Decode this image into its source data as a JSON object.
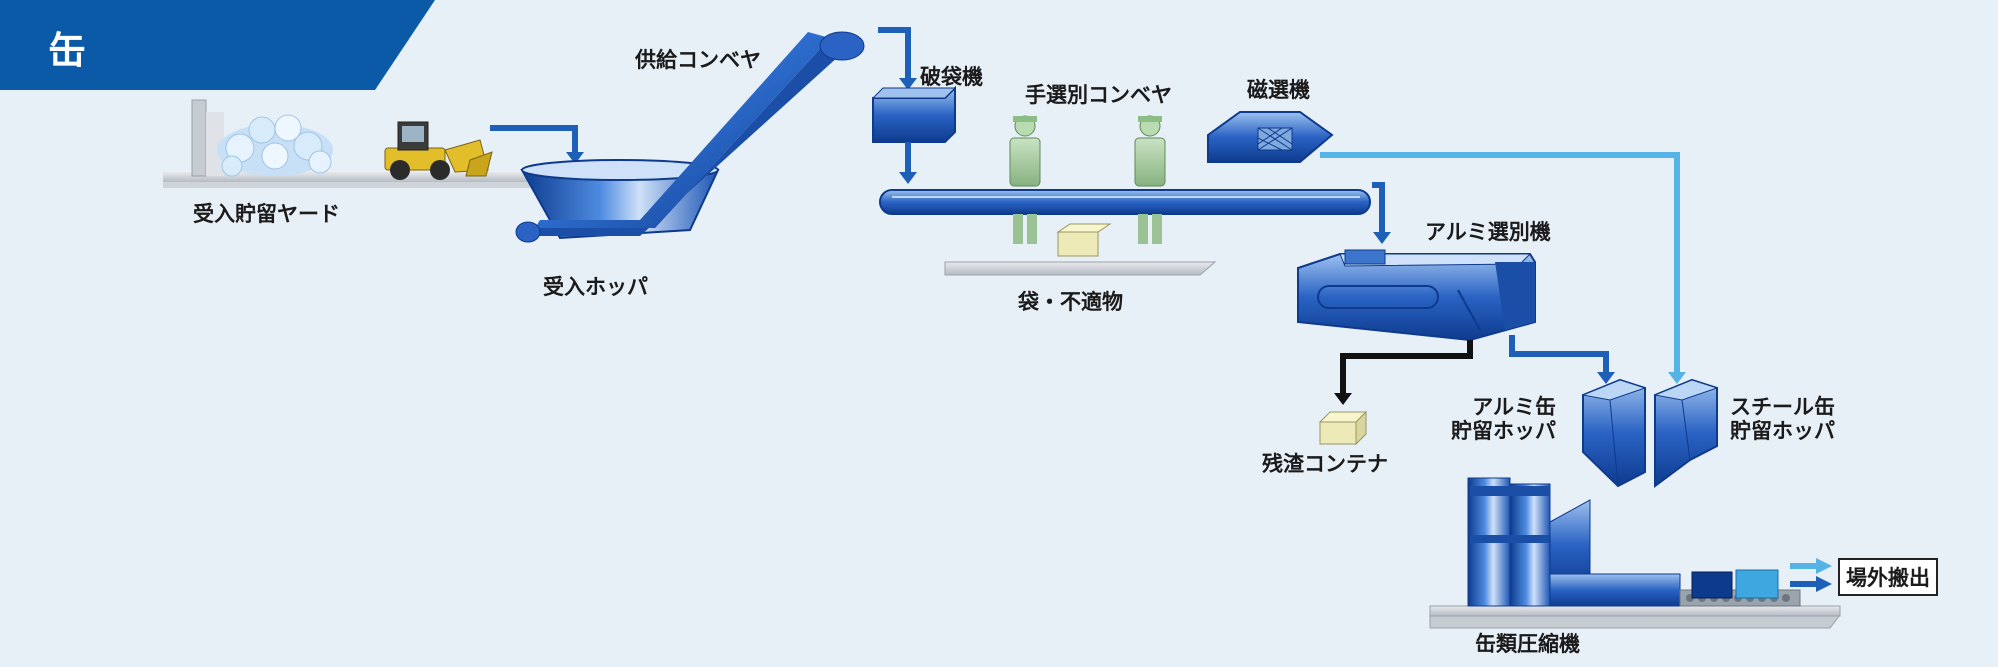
{
  "title": "缶",
  "colors": {
    "brand": "#0a5aa8",
    "main_blue": "#1e5fb8",
    "light_blue_flow": "#56b3e6",
    "background": "#e8f0f7"
  },
  "labels": {
    "yard": "受入貯留ヤード",
    "hopper": "受入ホッパ",
    "supply_conveyor": "供給コンベヤ",
    "bag_breaker": "破袋機",
    "hand_sort_conveyor": "手選別コンベヤ",
    "magnetic_separator": "磁選機",
    "bags_unsuitable": "袋・不適物",
    "aluminum_separator": "アルミ選別機",
    "residue_container": "残渣コンテナ",
    "aluminum_hopper_line1": "アルミ缶",
    "aluminum_hopper_line2": "貯留ホッパ",
    "steel_hopper_line1": "スチール缶",
    "steel_hopper_line2": "貯留ホッパ",
    "compactor": "缶類圧縮機",
    "ship_out": "場外搬出"
  }
}
